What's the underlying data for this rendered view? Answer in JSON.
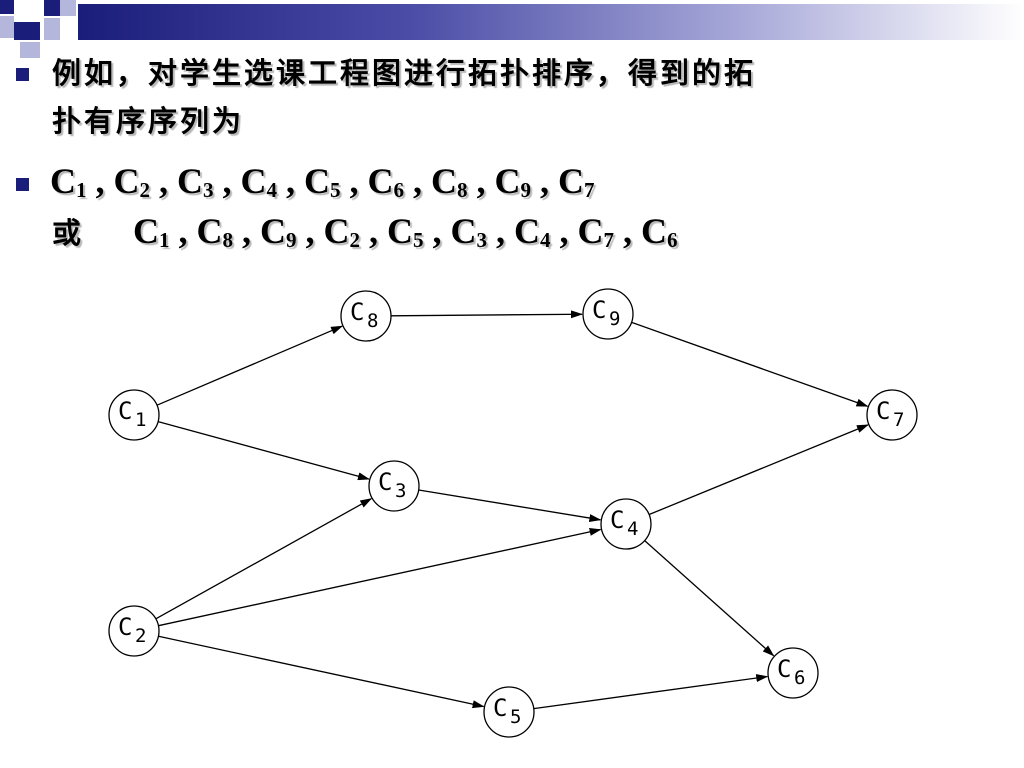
{
  "slide": {
    "intro_line1": "例如，对学生选课工程图进行拓扑排序，得到的拓",
    "intro_line2": "扑有序序列为",
    "or_word": "或",
    "sequence1": [
      {
        "letter": "C",
        "sub": "1"
      },
      {
        "letter": "C",
        "sub": "2"
      },
      {
        "letter": "C",
        "sub": "3"
      },
      {
        "letter": "C",
        "sub": "4"
      },
      {
        "letter": "C",
        "sub": "5"
      },
      {
        "letter": "C",
        "sub": "6"
      },
      {
        "letter": "C",
        "sub": "8"
      },
      {
        "letter": "C",
        "sub": "9"
      },
      {
        "letter": "C",
        "sub": "7"
      }
    ],
    "sequence2": [
      {
        "letter": "C",
        "sub": "1"
      },
      {
        "letter": "C",
        "sub": "8"
      },
      {
        "letter": "C",
        "sub": "9"
      },
      {
        "letter": "C",
        "sub": "2"
      },
      {
        "letter": "C",
        "sub": "5"
      },
      {
        "letter": "C",
        "sub": "3"
      },
      {
        "letter": "C",
        "sub": "4"
      },
      {
        "letter": "C",
        "sub": "7"
      },
      {
        "letter": "C",
        "sub": "6"
      }
    ],
    "separator": " , "
  },
  "graph": {
    "nodes": [
      {
        "id": "c1",
        "letter": "C",
        "sub": "1"
      },
      {
        "id": "c2",
        "letter": "C",
        "sub": "2"
      },
      {
        "id": "c3",
        "letter": "C",
        "sub": "3"
      },
      {
        "id": "c4",
        "letter": "C",
        "sub": "4"
      },
      {
        "id": "c5",
        "letter": "C",
        "sub": "5"
      },
      {
        "id": "c6",
        "letter": "C",
        "sub": "6"
      },
      {
        "id": "c7",
        "letter": "C",
        "sub": "7"
      },
      {
        "id": "c8",
        "letter": "C",
        "sub": "8"
      },
      {
        "id": "c9",
        "letter": "C",
        "sub": "9"
      }
    ],
    "edges": [
      {
        "from": "c1",
        "to": "c8"
      },
      {
        "from": "c8",
        "to": "c9"
      },
      {
        "from": "c9",
        "to": "c7"
      },
      {
        "from": "c1",
        "to": "c3"
      },
      {
        "from": "c3",
        "to": "c4"
      },
      {
        "from": "c4",
        "to": "c7"
      },
      {
        "from": "c2",
        "to": "c3"
      },
      {
        "from": "c2",
        "to": "c4"
      },
      {
        "from": "c2",
        "to": "c5"
      },
      {
        "from": "c4",
        "to": "c6"
      },
      {
        "from": "c5",
        "to": "c6"
      }
    ]
  },
  "colors": {
    "accent": "#1b1d7a",
    "stroke": "#000000"
  }
}
